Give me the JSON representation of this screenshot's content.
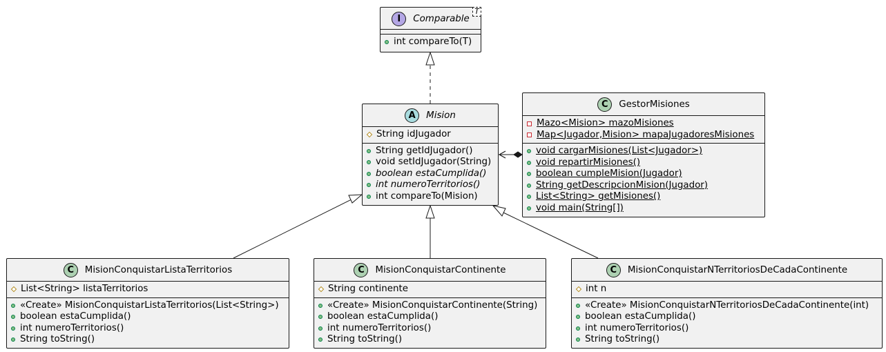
{
  "interface_comparable": {
    "badge": "I",
    "name": "Comparable",
    "type_param": "T",
    "methods": [
      "int compareTo(T)"
    ]
  },
  "class_mision": {
    "badge": "A",
    "name": "Mision",
    "fields": [
      "String idJugador"
    ],
    "methods": [
      "String getIdJugador()",
      "void setIdJugador(String)",
      "boolean estaCumplida()",
      "int numeroTerritorios()",
      "int compareTo(Mision)"
    ]
  },
  "class_gestor": {
    "badge": "C",
    "name": "GestorMisiones",
    "fields": [
      "Mazo<Mision> mazoMisiones",
      "Map<Jugador,Mision> mapaJugadoresMisiones"
    ],
    "methods": [
      "void cargarMisiones(List<Jugador>)",
      "void repartirMisiones()",
      "boolean cumpleMision(Jugador)",
      "String getDescripcionMision(Jugador)",
      "List<String> getMisiones()",
      "void main(String[])"
    ]
  },
  "class_lista": {
    "badge": "C",
    "name": "MisionConquistarListaTerritorios",
    "fields": [
      "List<String> listaTerritorios"
    ],
    "methods": [
      "«Create» MisionConquistarListaTerritorios(List<String>)",
      "boolean estaCumplida()",
      "int numeroTerritorios()",
      "String toString()"
    ]
  },
  "class_continente": {
    "badge": "C",
    "name": "MisionConquistarContinente",
    "fields": [
      "String continente"
    ],
    "methods": [
      "«Create» MisionConquistarContinente(String)",
      "boolean estaCumplida()",
      "int numeroTerritorios()",
      "String toString()"
    ]
  },
  "class_ncont": {
    "badge": "C",
    "name": "MisionConquistarNTerritoriosDeCadaContinente",
    "fields": [
      "int n"
    ],
    "methods": [
      "«Create» MisionConquistarNTerritoriosDeCadaContinente(int)",
      "boolean estaCumplida()",
      "int numeroTerritorios()",
      "String toString()"
    ]
  },
  "colors": {
    "class_badge": "#add1b2",
    "abstract_badge": "#a9dcdf",
    "interface_badge": "#b4a7e5",
    "box_fill": "#f1f1f1",
    "line": "#181818"
  }
}
